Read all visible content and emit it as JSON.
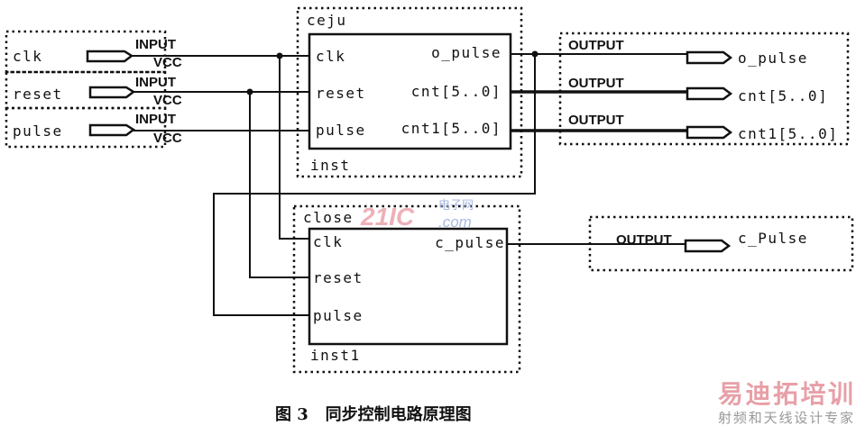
{
  "figure": {
    "caption": "图 3   同步控制电路原理图",
    "inputs": [
      {
        "name": "clk",
        "type": "INPUT",
        "default": "VCC"
      },
      {
        "name": "reset",
        "type": "INPUT",
        "default": "VCC"
      },
      {
        "name": "pulse",
        "type": "INPUT",
        "default": "VCC"
      }
    ],
    "blocks": [
      {
        "module": "ceju",
        "instance": "inst",
        "inputs": [
          "clk",
          "reset",
          "pulse"
        ],
        "outputs": [
          "o_pulse",
          "cnt[5..0]",
          "cnt1[5..0]"
        ]
      },
      {
        "module": "close",
        "instance": "inst1",
        "inputs": [
          "clk",
          "reset",
          "pulse"
        ],
        "outputs": [
          "c_pulse"
        ]
      }
    ],
    "outputs": [
      {
        "type": "OUTPUT",
        "name": "o_pulse"
      },
      {
        "type": "OUTPUT",
        "name": "cnt[5..0]"
      },
      {
        "type": "OUTPUT",
        "name": "cnt1[5..0]"
      },
      {
        "type": "OUTPUT",
        "name": "c_Pulse"
      }
    ]
  },
  "watermarks": {
    "site": "21IC",
    "site_cn": "电子网",
    "site_dom": ".com",
    "brand": "易迪拓培训",
    "brand_sub": "射频和天线设计专家"
  }
}
